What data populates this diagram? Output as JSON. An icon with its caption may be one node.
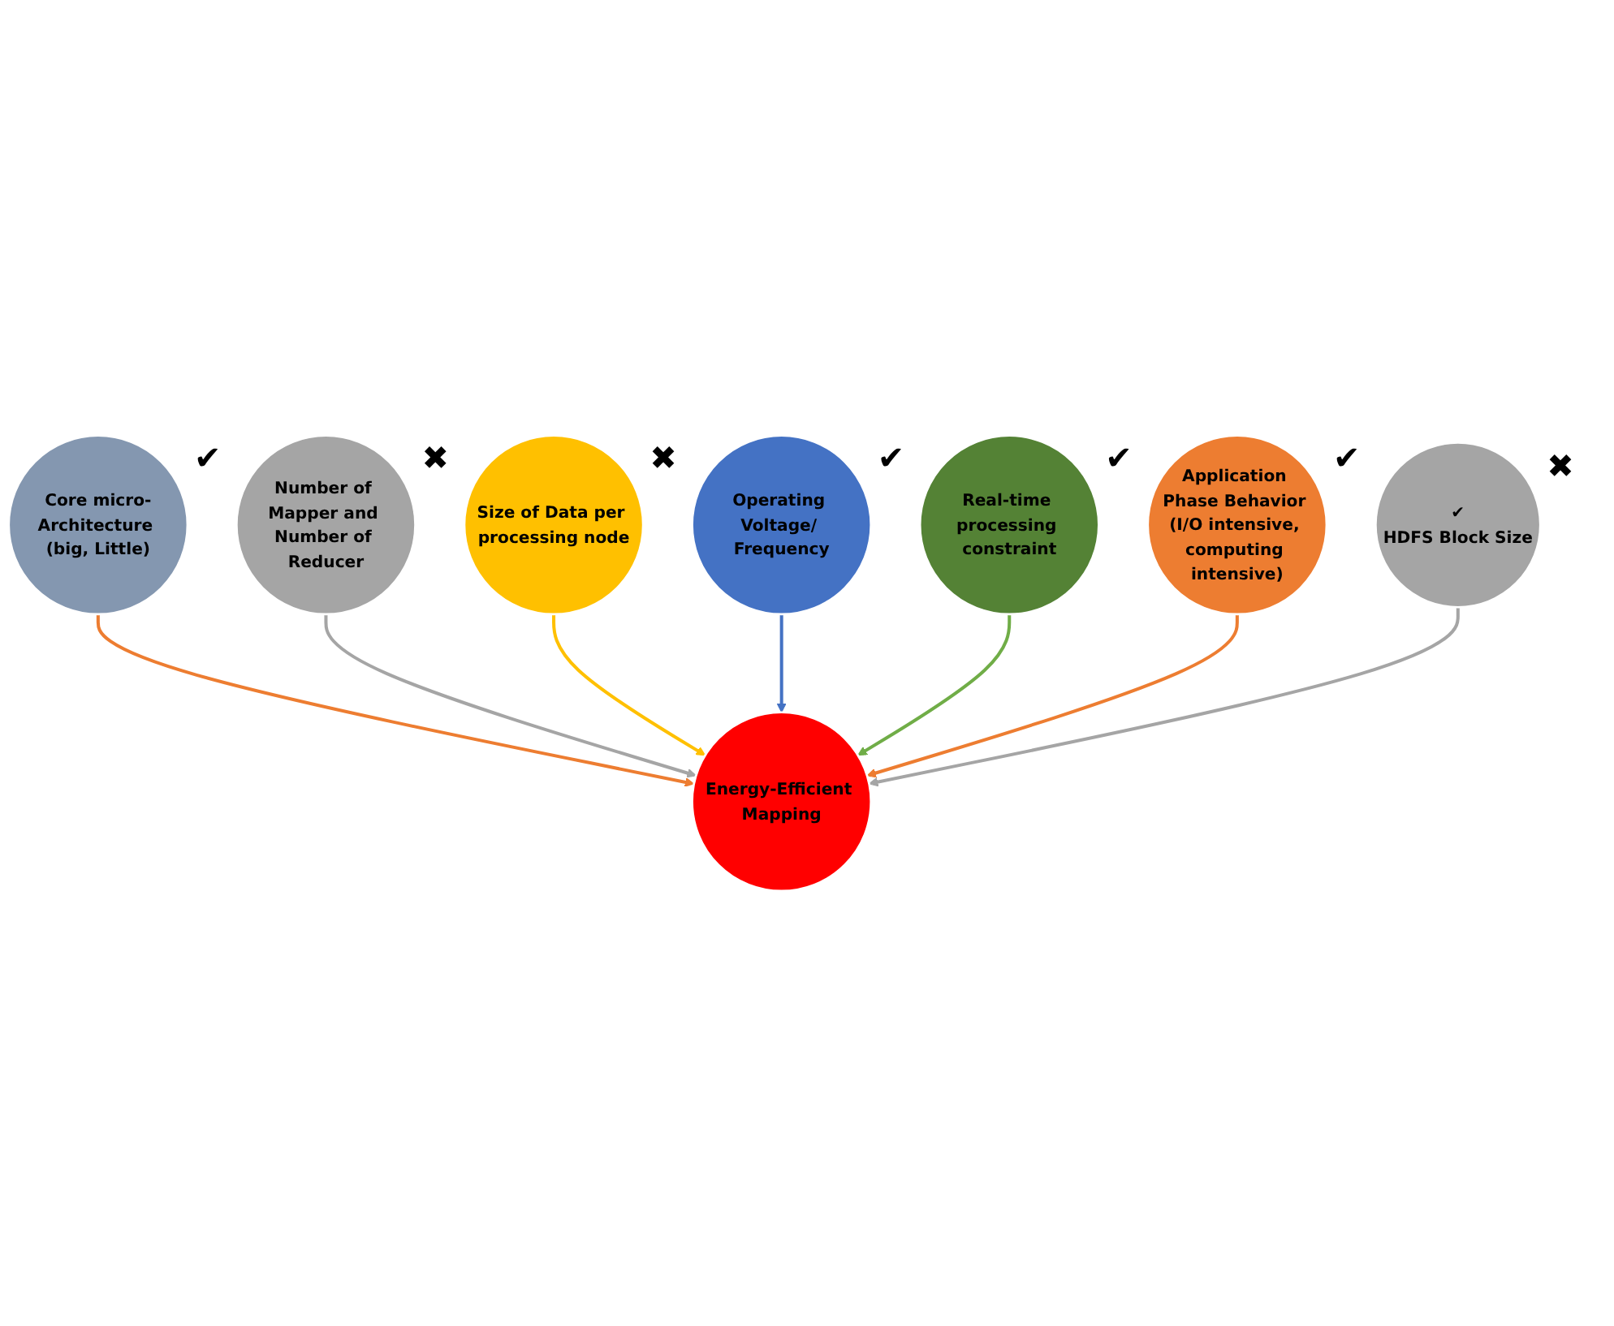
{
  "diagram": {
    "nodes": [
      {
        "text": [
          "Energy-Efficient Mapping"
        ]
      },
      {
        "text": [
          "Core micro-Architecture (big, Little)"
        ],
        "beside": [
          "✔"
        ]
      },
      {
        "text": [
          "Number of Mapper and Number of Reducer"
        ],
        "beside": [
          "✖"
        ]
      },
      {
        "text": [
          "Size of Data per processing node"
        ],
        "beside": [
          "✖"
        ]
      },
      {
        "text": [
          "Operating Voltage/ Frequency"
        ],
        "beside": [
          "✔"
        ]
      },
      {
        "text": [
          "Real-time processing constraint"
        ],
        "beside": [
          "✔"
        ]
      },
      {
        "text": [
          "Application Phase Behavior (I/O intensive, computing intensive)"
        ],
        "beside": [
          "✔"
        ]
      },
      {
        "text": [
          "✔",
          "HDFS Block Size"
        ],
        "beside": [
          "✖"
        ]
      }
    ],
    "edges": [
      {
        "from": 1,
        "to": 0,
        "arrow": "to",
        "color": "#ed7d31"
      },
      {
        "from": 2,
        "to": 0,
        "arrow": "to",
        "color": "#a5a5a5"
      },
      {
        "from": 3,
        "to": 0,
        "arrow": "to",
        "color": "#ffc000"
      },
      {
        "from": 4,
        "to": 0,
        "arrow": "to",
        "color": "#4472c4"
      },
      {
        "from": 5,
        "to": 0,
        "arrow": "to",
        "color": "#70ad47"
      },
      {
        "from": 6,
        "to": 0,
        "arrow": "to",
        "color": "#ed7d31"
      },
      {
        "from": 7,
        "to": 0,
        "arrow": "to",
        "color": "#a5a5a5"
      }
    ]
  }
}
